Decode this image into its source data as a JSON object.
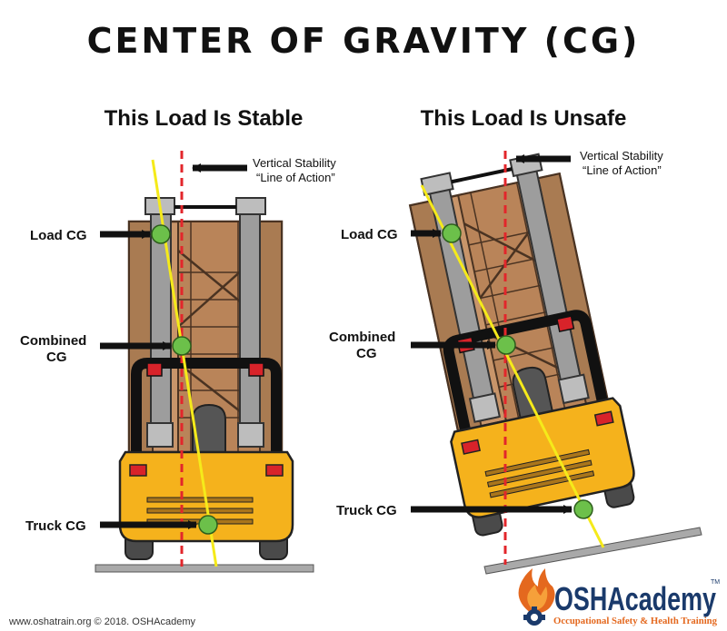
{
  "title": "CENTER OF GRAVITY (CG)",
  "panels": {
    "stable": {
      "title": "This Load Is Stable",
      "line_of_action": [
        "Vertical Stability",
        "“Line of Action”"
      ],
      "labels": {
        "load_cg": "Load CG",
        "combined_cg": [
          "Combined",
          "CG"
        ],
        "truck_cg": "Truck CG"
      }
    },
    "unsafe": {
      "title": "This Load Is Unsafe",
      "line_of_action": [
        "Vertical Stability",
        "“Line of Action”"
      ],
      "labels": {
        "load_cg": "Load CG",
        "combined_cg": [
          "Combined",
          "CG"
        ],
        "truck_cg": "Truck CG"
      }
    }
  },
  "footer": "www.oshatrain.org © 2018. OSHAcademy",
  "logo": {
    "name": "OSHAcademy",
    "tagline": "Occupational Safety & Health Training",
    "tm": "TM"
  },
  "colors": {
    "crate": "#c8956a",
    "crate_dark": "#6b4a2f",
    "mast": "#a0a0a0",
    "truck_body": "#f5b21c",
    "cg_marker": "#6cc04a",
    "gravity_line": "#f5ea1a",
    "stability_line": "#e2262b",
    "ground": "#a9a9a9",
    "tire": "#4a4a4a"
  }
}
